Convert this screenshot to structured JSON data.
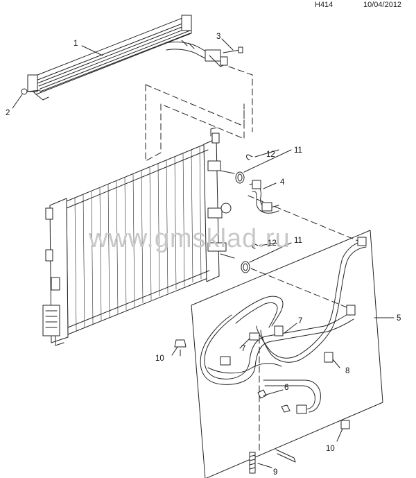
{
  "header": {
    "diagram_code": "H414",
    "date": "10/04/2012"
  },
  "watermark": "www.gmsklad.ru",
  "callouts": [
    "1",
    "2",
    "3",
    "4",
    "5",
    "6",
    "7",
    "7",
    "8",
    "9",
    "10",
    "10",
    "11",
    "11",
    "12",
    "12"
  ],
  "colors": {
    "line": "#222222",
    "watermark": "#c8c8c8",
    "background": "#ffffff"
  }
}
